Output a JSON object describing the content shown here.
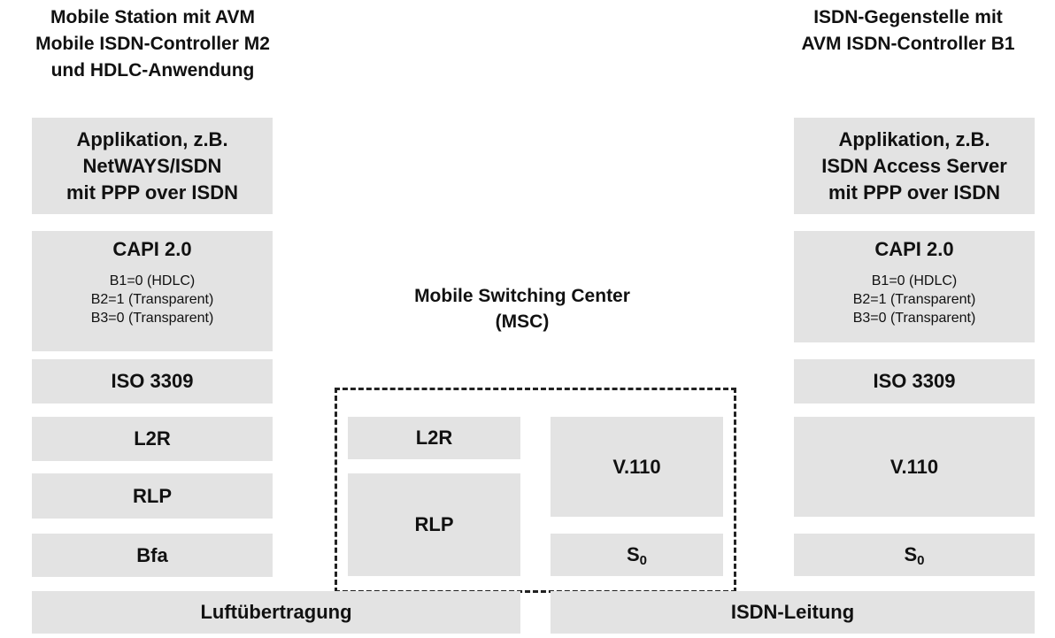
{
  "left_title": [
    "Mobile Station mit AVM",
    "Mobile ISDN-Controller M2",
    "und HDLC-Anwendung"
  ],
  "right_title": [
    "ISDN-Gegenstelle mit",
    "AVM ISDN-Controller B1"
  ],
  "left_stack": {
    "application": [
      "Applikation, z.B.",
      "NetWAYS/ISDN",
      "mit PPP over ISDN"
    ],
    "capi": {
      "title": "CAPI 2.0",
      "params": [
        "B1=0 (HDLC)",
        "B2=1 (Transparent)",
        "B3=0 (Transparent)"
      ]
    },
    "iso": "ISO 3309",
    "l2r": "L2R",
    "rlp": "RLP",
    "bfa": "Bfa"
  },
  "right_stack": {
    "application": [
      "Applikation, z.B.",
      "ISDN Access Server",
      "mit PPP over ISDN"
    ],
    "capi": {
      "title": "CAPI 2.0",
      "params": [
        "B1=0 (HDLC)",
        "B2=1 (Transparent)",
        "B3=0 (Transparent)"
      ]
    },
    "iso": "ISO 3309",
    "v110": "V.110",
    "s0": {
      "base": "S",
      "sub": "0"
    }
  },
  "msc": {
    "label": [
      "Mobile Switching Center",
      "(MSC)"
    ],
    "l2r": "L2R",
    "rlp": "RLP",
    "v110": "V.110",
    "s0": {
      "base": "S",
      "sub": "0"
    }
  },
  "bottom": {
    "air": "Luftübertragung",
    "isdn": "ISDN-Leitung"
  }
}
